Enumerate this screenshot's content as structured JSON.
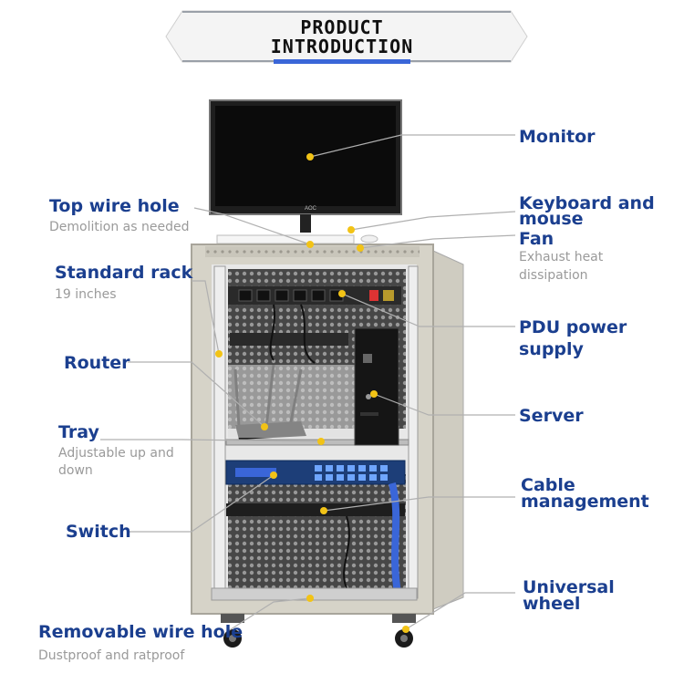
{
  "header": {
    "line1": "PRODUCT",
    "line2": "INTRODUCTION"
  },
  "colors": {
    "label": "#1b3f8f",
    "subtext": "#9a9a9a",
    "leader": "#b0b0b0",
    "marker": "#f2c316",
    "accent": "#3a66d8",
    "cabinet": "#d6d3c8"
  },
  "labels": {
    "monitor": "Monitor",
    "top_wire_hole": "Top wire hole",
    "top_wire_hole_sub": "Demolition as needed",
    "keyboard_mouse_1": "Keyboard and",
    "keyboard_mouse_2": "mouse",
    "fan": "Fan",
    "fan_sub_1": "Exhaust heat",
    "fan_sub_2": "dissipation",
    "standard_rack": "Standard rack",
    "standard_rack_sub": "19 inches",
    "pdu_1": "PDU power",
    "pdu_2": "supply",
    "router": "Router",
    "server": "Server",
    "tray": "Tray",
    "tray_sub_1": "Adjustable up and",
    "tray_sub_2": "down",
    "cable_mgmt_1": "Cable",
    "cable_mgmt_2": "management",
    "switch": "Switch",
    "wheel_1": "Universal",
    "wheel_2": "wheel",
    "removable_wire_hole": "Removable wire hole",
    "removable_wire_hole_sub": "Dustproof and ratproof"
  },
  "device": {
    "monitor_brand": "AOC"
  }
}
